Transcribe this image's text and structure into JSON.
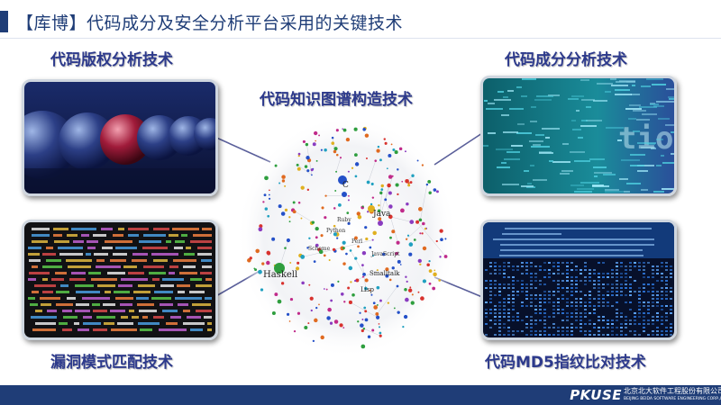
{
  "header": {
    "title": "【库博】代码成分及安全分析平台采用的关键技术"
  },
  "techniques": {
    "copyright": "代码版权分析技术",
    "composition": "代码成分分析技术",
    "knowledge_graph": "代码知识图谱构造技术",
    "vuln_pattern": "漏洞模式匹配技术",
    "md5": "代码MD5指纹比对技术"
  },
  "graph": {
    "nodes": [
      "C",
      "Java",
      "Haskell",
      "Smalltalk",
      "Lisp",
      "Ruby",
      "Perl",
      "Python",
      "JavaScript",
      "Scheme"
    ]
  },
  "footer": {
    "logo": "PKUSE",
    "company_cn": "北京北大软件工程股份有限公司",
    "company_en": "BEIJING BEIDA SOFTWARE ENGINEERING CORP.,LTD."
  },
  "colors": {
    "brand": "#1f3d77",
    "label": "#2d3a8c"
  }
}
